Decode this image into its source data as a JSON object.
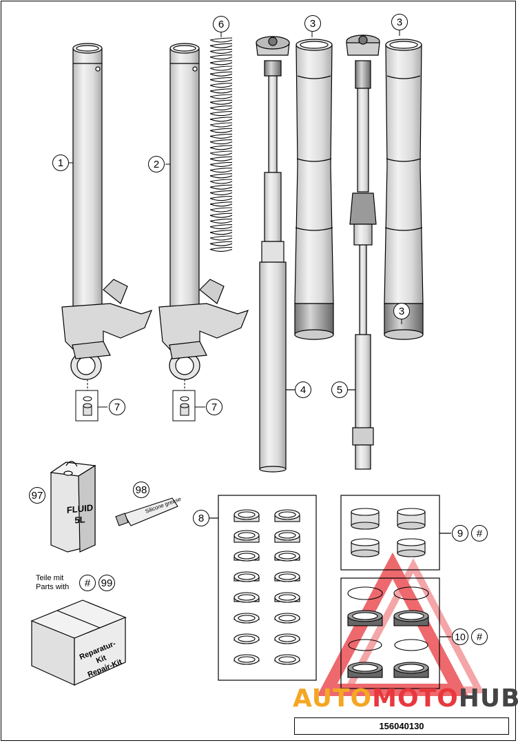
{
  "part_number": "156040130",
  "callouts": {
    "c1": "1",
    "c2": "2",
    "c3a": "3",
    "c3b": "3",
    "c4": "4",
    "c5": "5",
    "c6": "6",
    "c7a": "7",
    "c7b": "7",
    "c8": "8",
    "c9": "9",
    "c9hash": "#",
    "c10": "10",
    "c10hash": "#",
    "c97": "97",
    "c98": "98",
    "c99hash": "#",
    "c99": "99"
  },
  "note": {
    "line1": "Teile mit",
    "line2": "Parts with"
  },
  "fluid_can": {
    "line1": "FLUID",
    "line2": "5L"
  },
  "repair_box": {
    "line1": "Reparatur-Kit",
    "line2": "Repair-Kit"
  },
  "tube": {
    "label": "Silicone grease"
  },
  "watermark": {
    "part1": "AUTO",
    "part2": "MOTO",
    "part3": "HUB",
    "colors": [
      "#f5a623",
      "#e8383d",
      "#444444"
    ]
  }
}
